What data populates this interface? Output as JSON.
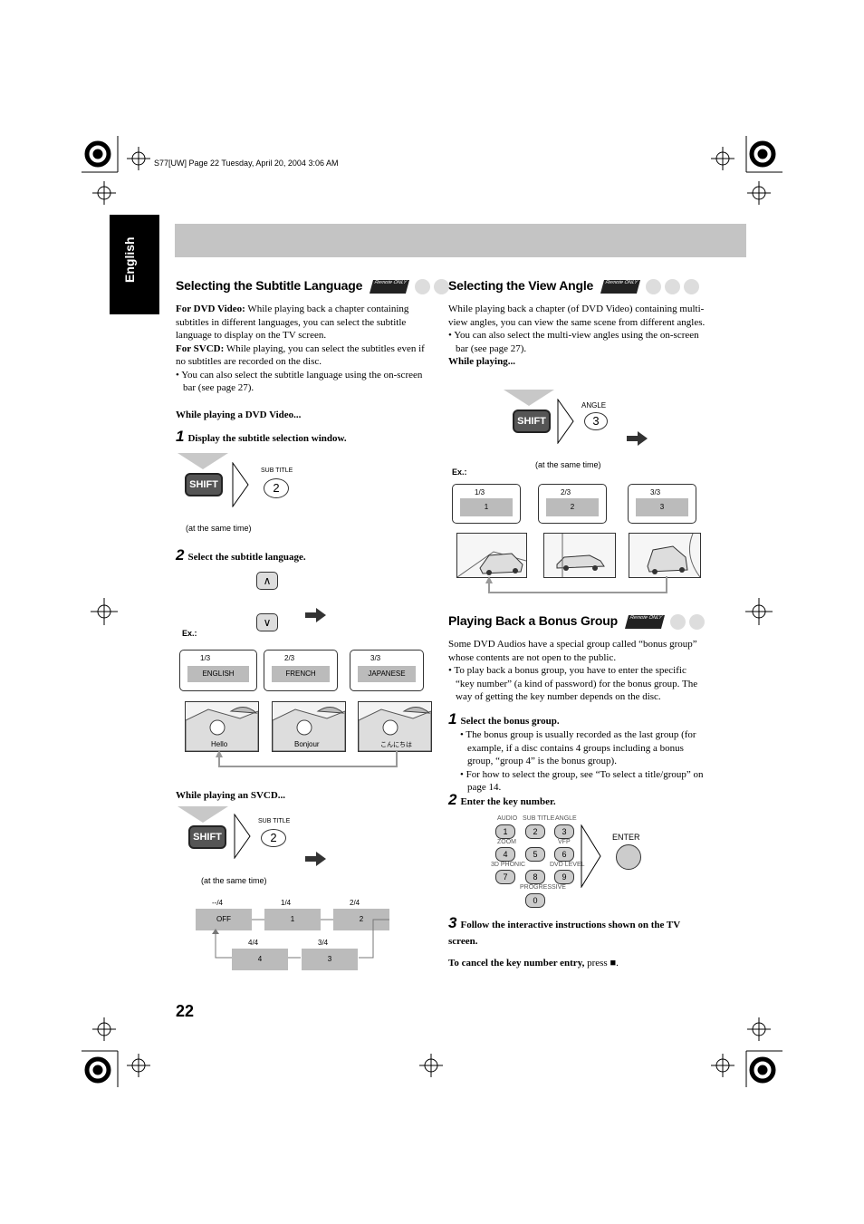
{
  "file_header": "S77[UW]  Page 22  Tuesday, April 20, 2004  3:06 AM",
  "side_tab": "English",
  "page_number": "22",
  "badge_text": "Remote ONLY",
  "subtitle": {
    "heading": "Selecting the Subtitle Language",
    "p1_lead": "For DVD Video:",
    "p1_text": " While playing back a chapter containing subtitles in different languages, you can select the subtitle language to display on the TV screen.",
    "p2_lead": "For SVCD:",
    "p2_text": " While playing, you can select the subtitles even if no subtitles are recorded on the disc.",
    "bullet": "• You can also select the subtitle language using the on-screen bar (see page 27).",
    "while_dvd": "While playing a DVD Video...",
    "step1_num": "1",
    "step1": "Display the subtitle selection window.",
    "shift": "SHIFT",
    "key_label": "SUB TITLE",
    "key_num": "2",
    "same_time": "(at the same time)",
    "step2_num": "2",
    "step2": "Select the subtitle language.",
    "ex": "Ex.:",
    "osd": [
      {
        "idx": "1/3",
        "lang": "ENGLISH",
        "speech": "Hello"
      },
      {
        "idx": "2/3",
        "lang": "FRENCH",
        "speech": "Bonjour"
      },
      {
        "idx": "3/3",
        "lang": "JAPANESE",
        "speech": "こんにちは"
      }
    ],
    "while_svcd": "While playing an SVCD...",
    "svcd_osd": [
      {
        "idx": "--/4",
        "val": "OFF"
      },
      {
        "idx": "1/4",
        "val": "1"
      },
      {
        "idx": "2/4",
        "val": "2"
      },
      {
        "idx": "4/4",
        "val": "4"
      },
      {
        "idx": "3/4",
        "val": "3"
      }
    ]
  },
  "angle": {
    "heading": "Selecting the View Angle",
    "p1": "While playing back a chapter (of DVD Video) containing multi-view angles, you can view the same scene from different angles.",
    "bullet": "• You can also select the multi-view angles using the on-screen bar (see page 27).",
    "while": "While playing...",
    "key_label": "ANGLE",
    "key_num": "3",
    "shift": "SHIFT",
    "same_time": "(at the same time)",
    "ex": "Ex.:",
    "osd": [
      {
        "idx": "1/3",
        "val": "1"
      },
      {
        "idx": "2/3",
        "val": "2"
      },
      {
        "idx": "3/3",
        "val": "3"
      }
    ]
  },
  "bonus": {
    "heading": "Playing Back a Bonus Group",
    "p1": "Some DVD Audios have a special group called “bonus group” whose contents are not open to the public.",
    "bullet": "• To play back a bonus group, you have to enter the specific “key number” (a kind of password) for the bonus group. The way of getting the key number depends on the disc.",
    "step1_num": "1",
    "step1": "Select the bonus group.",
    "step1_b1": "•  The bonus group is usually recorded as the last group (for example, if a disc contains 4 groups including a bonus group, “group 4” is the bonus group).",
    "step1_b2": "• For how to select the group, see “To select a title/group” on page 14.",
    "step2_num": "2",
    "step2": "Enter the key number.",
    "keys": [
      "1",
      "2",
      "3",
      "4",
      "5",
      "6",
      "7",
      "8",
      "9",
      "0"
    ],
    "key_labels": [
      "AUDIO",
      "SUB TITLE",
      "ANGLE",
      "ZOOM",
      "VFP",
      "3D PHONIC",
      "DVD LEVEL",
      "PROGRESSIVE"
    ],
    "enter": "ENTER",
    "step3_num": "3",
    "step3": "Follow the interactive instructions shown on the TV screen.",
    "cancel_lead": "To cancel the key number entry,",
    "cancel_text": " press ■."
  }
}
